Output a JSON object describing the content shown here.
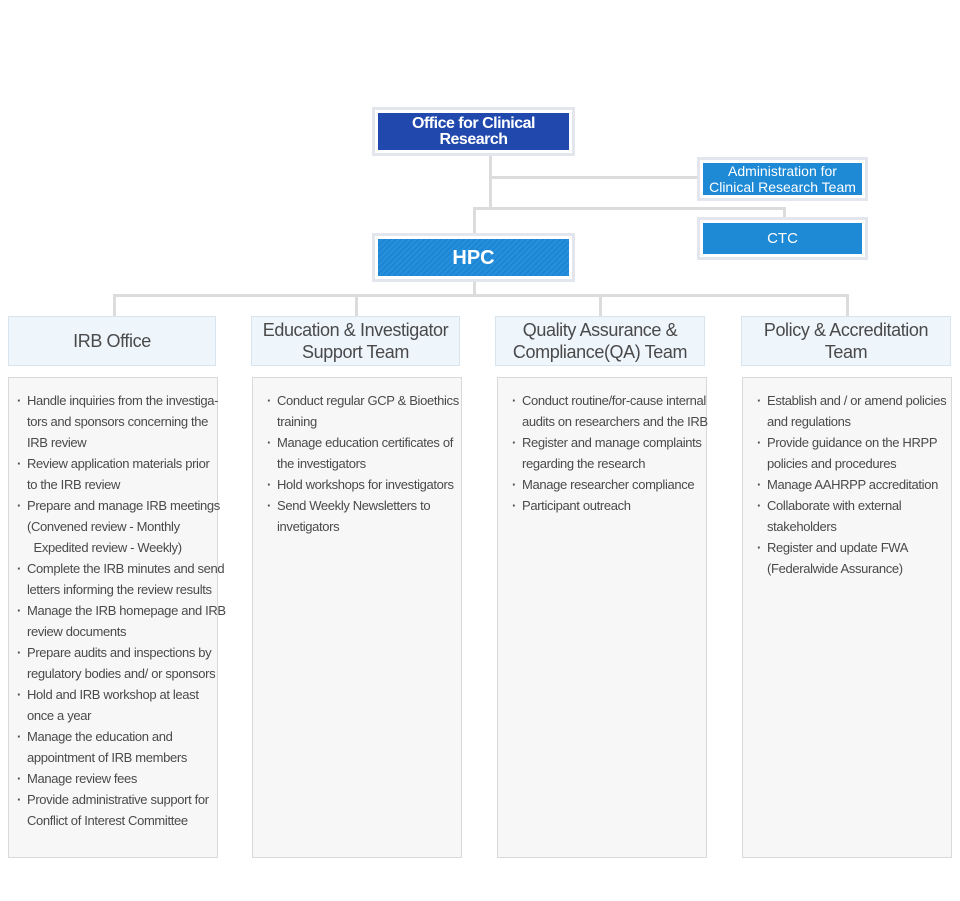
{
  "nodes": {
    "ocr": "Office for Clinical Research",
    "admin": [
      "Administration for",
      "Clinical Research Team"
    ],
    "ctc": "CTC",
    "hpc": "HPC"
  },
  "teams": [
    {
      "title": [
        "IRB Office"
      ],
      "items": [
        [
          "Handle inquiries from the investiga-",
          "tors and sponsors concerning the",
          "IRB review"
        ],
        [
          "Review application materials prior",
          "to the IRB review"
        ],
        [
          "Prepare and manage IRB meetings",
          "(Convened review - Monthly",
          "  Expedited review - Weekly)"
        ],
        [
          "Complete the IRB minutes and send",
          "letters informing the review results"
        ],
        [
          "Manage the IRB homepage and IRB",
          "review documents"
        ],
        [
          "Prepare audits and inspections by",
          "regulatory bodies and/ or sponsors"
        ],
        [
          "Hold and IRB workshop at least",
          "once a year"
        ],
        [
          "Manage the education and",
          "appointment of IRB members"
        ],
        [
          "Manage review fees"
        ],
        [
          "Provide administrative support for",
          "Conflict of Interest Committee"
        ]
      ]
    },
    {
      "title": [
        "Education & Investigator",
        "Support Team"
      ],
      "items": [
        [
          "Conduct regular GCP & Bioethics",
          "training"
        ],
        [
          "Manage education certificates of",
          "the investigators"
        ],
        [
          "Hold workshops for investigators"
        ],
        [
          "Send Weekly Newsletters to",
          "invetigators"
        ]
      ]
    },
    {
      "title": [
        "Quality Assurance &",
        "Compliance(QA) Team"
      ],
      "items": [
        [
          "Conduct routine/for-cause internal",
          "audits on researchers and the IRB"
        ],
        [
          "Register and manage complaints",
          "regarding the research"
        ],
        [
          "Manage researcher compliance"
        ],
        [
          "Participant outreach"
        ]
      ]
    },
    {
      "title": [
        "Policy & Accreditation",
        "Team"
      ],
      "items": [
        [
          "Establish and / or amend policies",
          "and regulations"
        ],
        [
          "Provide guidance on the HRPP",
          "policies and procedures"
        ],
        [
          "Manage AAHRPP accreditation"
        ],
        [
          "Collaborate with external",
          "stakeholders"
        ],
        [
          "Register and update FWA",
          "(Federalwide Assurance)"
        ]
      ]
    }
  ]
}
